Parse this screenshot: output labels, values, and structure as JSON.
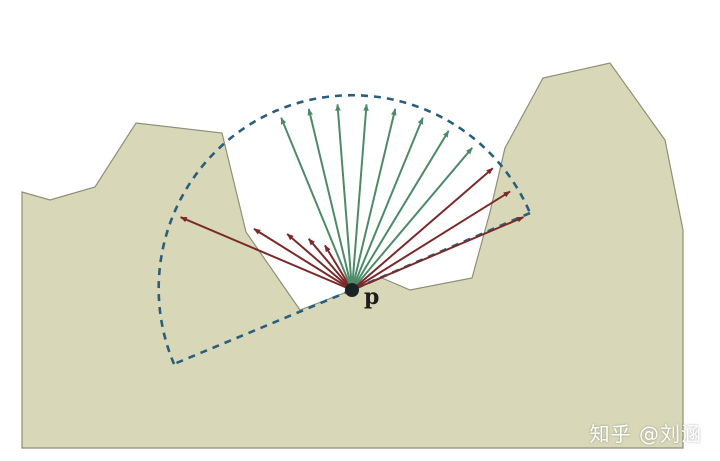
{
  "point_label": "p",
  "watermark": "知乎 @刘涵",
  "colors": {
    "terrain_fill": "#d8d8b9",
    "terrain_stroke": "#8f8f79",
    "hemisphere": "#2a5f7c",
    "visible_ray": "#4e8a6a",
    "occluded_ray": "#7a2a2a",
    "point": "#1b2424"
  },
  "rays": [
    {
      "kind": "occluded",
      "reach": 1.0
    },
    {
      "kind": "occluded",
      "reach": 0.62
    },
    {
      "kind": "occluded",
      "reach": 0.46
    },
    {
      "kind": "occluded",
      "reach": 0.36
    },
    {
      "kind": "occluded",
      "reach": 0.28
    },
    {
      "kind": "visible",
      "reach": 1.0
    },
    {
      "kind": "visible",
      "reach": 1.0
    },
    {
      "kind": "visible",
      "reach": 1.0
    },
    {
      "kind": "visible",
      "reach": 1.0
    },
    {
      "kind": "visible",
      "reach": 1.0
    },
    {
      "kind": "visible",
      "reach": 1.0
    },
    {
      "kind": "visible",
      "reach": 1.0
    },
    {
      "kind": "visible",
      "reach": 1.0
    },
    {
      "kind": "occluded",
      "reach": 1.0
    },
    {
      "kind": "occluded",
      "reach": 1.0
    },
    {
      "kind": "occluded",
      "reach": 1.0
    }
  ]
}
